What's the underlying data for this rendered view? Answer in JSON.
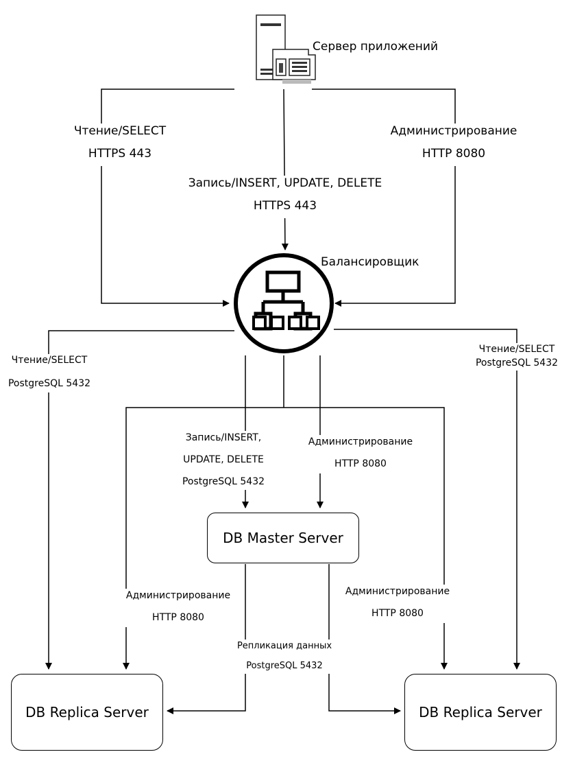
{
  "nodes": {
    "app_server": "Сервер приложений",
    "balancer": "Балансировщик",
    "db_master": "DB Master Server",
    "db_replica_left": "DB Replica Server",
    "db_replica_right": "DB Replica Server"
  },
  "edges": {
    "app_read": {
      "line1": "Чтение/SELECT",
      "line2": "HTTPS 443"
    },
    "app_write": {
      "line1": "Запись/INSERT, UPDATE, DELETE",
      "line2": "HTTPS 443"
    },
    "app_admin": {
      "line1": "Администрирование",
      "line2": "HTTP 8080"
    },
    "bal_read_left": {
      "line1": "Чтение/SELECT",
      "line2": "PostgreSQL 5432"
    },
    "bal_read_right": {
      "line1": "Чтение/SELECT",
      "line2": "PostgreSQL 5432"
    },
    "bal_write_master": {
      "line1": "Запись/INSERT,",
      "line2": "UPDATE, DELETE",
      "line3": "PostgreSQL 5432"
    },
    "bal_admin_master": {
      "line1": "Администрирование",
      "line2": "HTTP 8080"
    },
    "bal_admin_left": {
      "line1": "Администрирование",
      "line2": "HTTP 8080"
    },
    "bal_admin_right": {
      "line1": "Администрирование",
      "line2": "HTTP 8080"
    },
    "replication": {
      "line1": "Репликация данных",
      "line2": "PostgreSQL 5432"
    }
  }
}
